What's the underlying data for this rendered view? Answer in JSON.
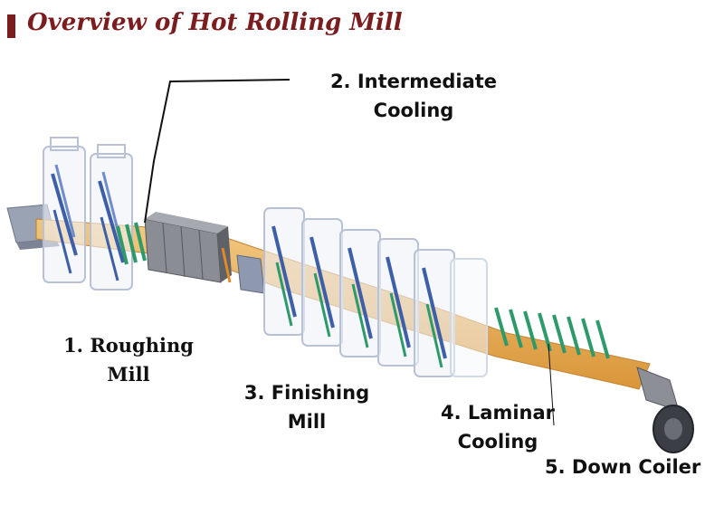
{
  "header": {
    "title": "Overview of Hot Rolling Mill"
  },
  "stages": [
    {
      "number": "1.",
      "line1": "Roughing",
      "line2": "Mill"
    },
    {
      "number": "2.",
      "line1": "Intermediate",
      "line2": "Cooling"
    },
    {
      "number": "3.",
      "line1": "Finishing",
      "line2": "Mill"
    },
    {
      "number": "4.",
      "line1": "Laminar",
      "line2": "Cooling"
    },
    {
      "number": "5.",
      "line1": "Down Coiler",
      "line2": ""
    }
  ],
  "colors": {
    "accent": "#7b1c1f",
    "strip": "#e8a94a",
    "stand_outline": "#b8c2d6",
    "roll": "#3d5fa8",
    "cooling": "#2e9a6a",
    "furnace": "#6f7278"
  }
}
